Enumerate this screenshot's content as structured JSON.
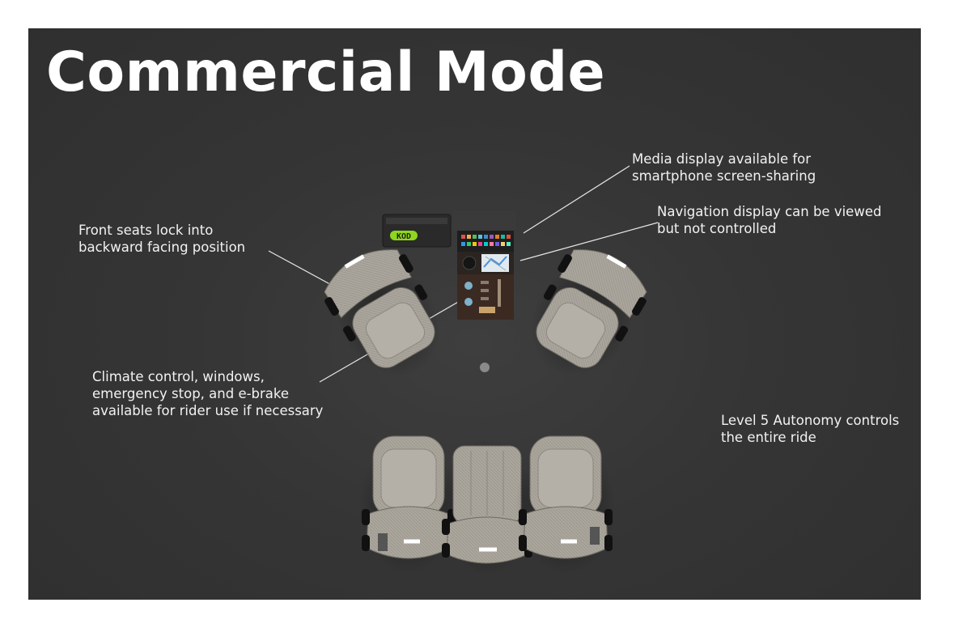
{
  "title": "Commercial Mode",
  "callouts": {
    "media": [
      "Media display available for",
      "smartphone screen-sharing"
    ],
    "navigation": [
      "Navigation display can be viewed",
      "but not controlled"
    ],
    "front_seats": [
      "Front seats lock into",
      "backward facing position"
    ],
    "climate": [
      "Climate control, windows,",
      "emergency stop, and e-brake",
      "available for rider use if necessary"
    ],
    "autonomy": [
      "Level 5 Autonomy controls",
      "the entire ride"
    ]
  },
  "console_display_text": "KOD",
  "colors": {
    "background": "#353535",
    "text": "#ffffff",
    "seat": "#a8a49b",
    "accent_green": "#8fd61f"
  }
}
